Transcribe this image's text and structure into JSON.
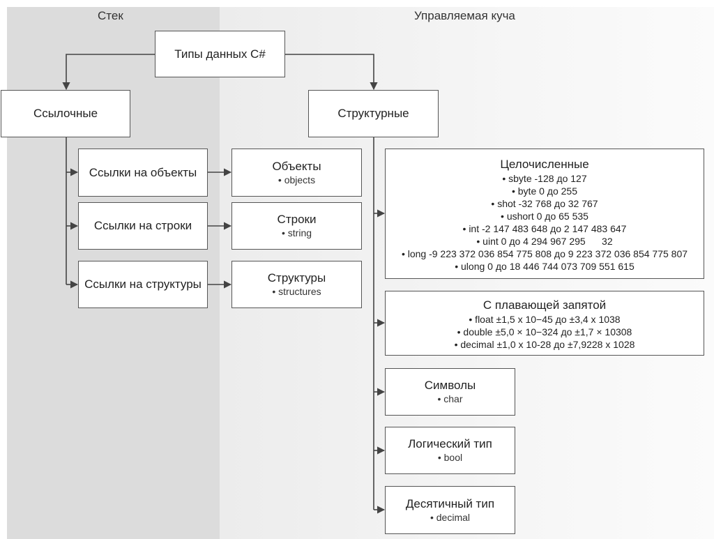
{
  "regions": {
    "stack_label": "Стек",
    "heap_label": "Управляемая куча"
  },
  "root": {
    "label": "Типы данных C#"
  },
  "reference_types": {
    "label": "Ссылочные",
    "items": [
      {
        "label": "Ссылки на объекты"
      },
      {
        "label": "Ссылки на строки"
      },
      {
        "label": "Ссылки на структуры"
      }
    ]
  },
  "heap_objects": [
    {
      "title": "Объекты",
      "subtitle": "• objects"
    },
    {
      "title": "Строки",
      "subtitle": "• string"
    },
    {
      "title": "Структуры",
      "subtitle": "• structures"
    }
  ],
  "value_types": {
    "label": "Структурные",
    "integer": {
      "title": "Целочисленные",
      "lines": [
        "• sbyte -128 до 127",
        "• byte 0 до 255",
        "• shot -32 768 до 32 767",
        "• ushort 0 до 65 535",
        "• int -2 147 483 648 до 2 147 483 647",
        "• uint 0 до 4 294 967 295      32",
        "• long -9 223 372 036 854 775 808 до 9 223 372 036 854 775 807",
        "• ulong 0 до 18 446 744 073 709 551 615"
      ]
    },
    "float": {
      "title": "С плавающей запятой",
      "lines": [
        "• float ±1,5 х 10−45 до ±3,4 х 1038",
        "• double ±5,0 × 10−324 до ±1,7 × 10308",
        "• decimal ±1,0 х 10-28 до ±7,9228 х 1028"
      ]
    },
    "char": {
      "title": "Символы",
      "subtitle": "• char"
    },
    "bool": {
      "title": "Логический тип",
      "subtitle": "• bool"
    },
    "decimal": {
      "title": "Десятичный тип",
      "subtitle": "• decimal"
    }
  },
  "colors": {
    "stack_background": "#dcdcdc",
    "heap_background": "#f2f2f2",
    "box_border": "#555555",
    "connector": "#444444"
  }
}
